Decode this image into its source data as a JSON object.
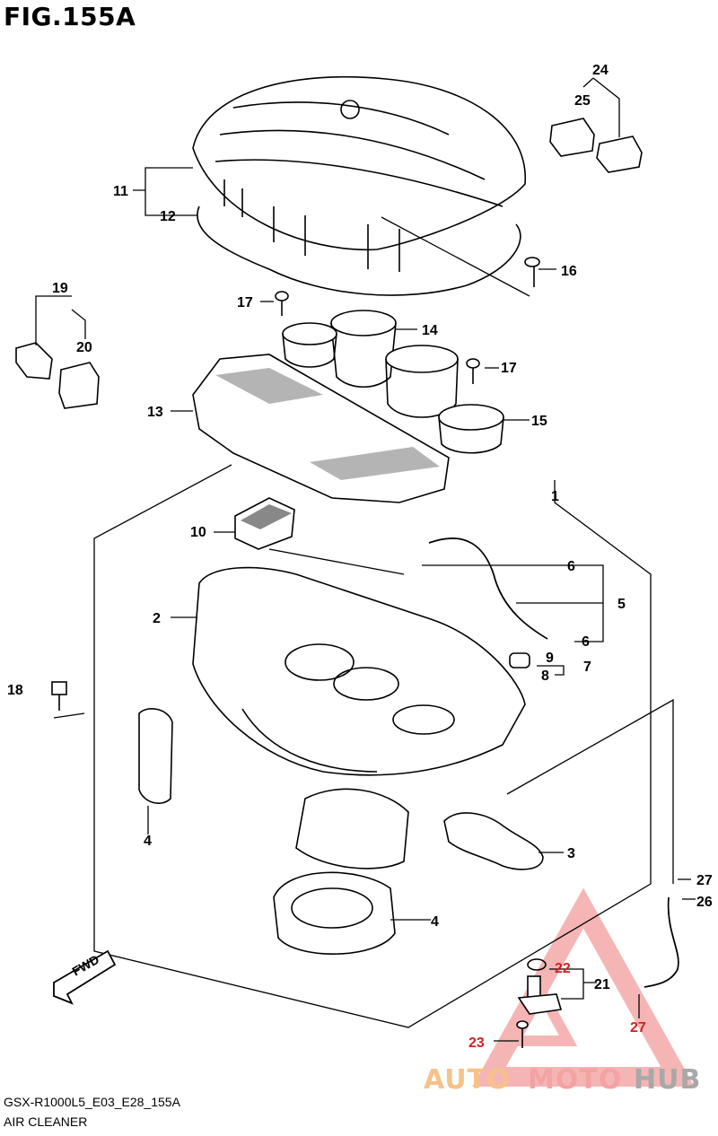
{
  "figure_title": "FIG.155A",
  "figure_code": "GSX-R1000L5_E03_E28_155A",
  "figure_name": "AIR CLEANER",
  "watermark": {
    "part1": "AUTO",
    "part2": "MOTO",
    "part3": "HUB"
  },
  "fwd_label": "FWD",
  "callouts": {
    "n1": "1",
    "n2": "2",
    "n3": "3",
    "n4a": "4",
    "n4b": "4",
    "n5": "5",
    "n6a": "6",
    "n6b": "6",
    "n7": "7",
    "n8": "8",
    "n9": "9",
    "n10": "10",
    "n11": "11",
    "n12": "12",
    "n13": "13",
    "n14": "14",
    "n15": "15",
    "n16": "16",
    "n17a": "17",
    "n17b": "17",
    "n18": "18",
    "n19": "19",
    "n20": "20",
    "n21": "21",
    "n22": "22",
    "n23": "23",
    "n24": "24",
    "n25": "25",
    "n26": "26",
    "n27a": "27",
    "n27b": "27"
  },
  "colors": {
    "accent": "#d42020",
    "watermark_orange": "#f6c28a",
    "watermark_red": "#f3a3a3",
    "watermark_grey": "#a8a8a8"
  }
}
